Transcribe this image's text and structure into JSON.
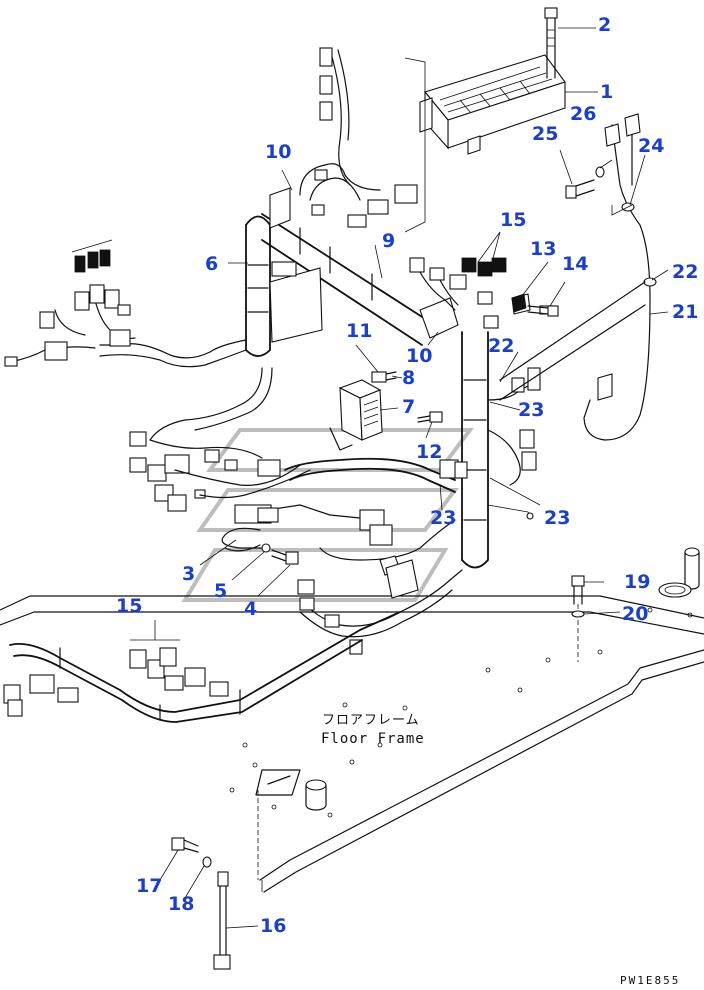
{
  "callouts": [
    {
      "id": "c1",
      "text": "1"
    },
    {
      "id": "c2",
      "text": "2"
    },
    {
      "id": "c3",
      "text": "3"
    },
    {
      "id": "c4",
      "text": "4"
    },
    {
      "id": "c5",
      "text": "5"
    },
    {
      "id": "c6",
      "text": "6"
    },
    {
      "id": "c7",
      "text": "7"
    },
    {
      "id": "c8",
      "text": "8"
    },
    {
      "id": "c9",
      "text": "9"
    },
    {
      "id": "c10a",
      "text": "10"
    },
    {
      "id": "c10b",
      "text": "10"
    },
    {
      "id": "c11",
      "text": "11"
    },
    {
      "id": "c12",
      "text": "12"
    },
    {
      "id": "c13",
      "text": "13"
    },
    {
      "id": "c14",
      "text": "14"
    },
    {
      "id": "c15a",
      "text": "15"
    },
    {
      "id": "c15b",
      "text": "15"
    },
    {
      "id": "c16",
      "text": "16"
    },
    {
      "id": "c17",
      "text": "17"
    },
    {
      "id": "c18",
      "text": "18"
    },
    {
      "id": "c19",
      "text": "19"
    },
    {
      "id": "c20",
      "text": "20"
    },
    {
      "id": "c21",
      "text": "21"
    },
    {
      "id": "c22a",
      "text": "22"
    },
    {
      "id": "c22b",
      "text": "22"
    },
    {
      "id": "c23a",
      "text": "23"
    },
    {
      "id": "c23b",
      "text": "23"
    },
    {
      "id": "c23c",
      "text": "23"
    },
    {
      "id": "c24",
      "text": "24"
    },
    {
      "id": "c25",
      "text": "25"
    },
    {
      "id": "c26",
      "text": "26"
    }
  ],
  "floor_label": {
    "japanese": "フロアフレーム",
    "english": "Floor Frame"
  },
  "drawing_code": "PW1E855",
  "callout_color": "#1a3fcf",
  "line_color": "#111111"
}
